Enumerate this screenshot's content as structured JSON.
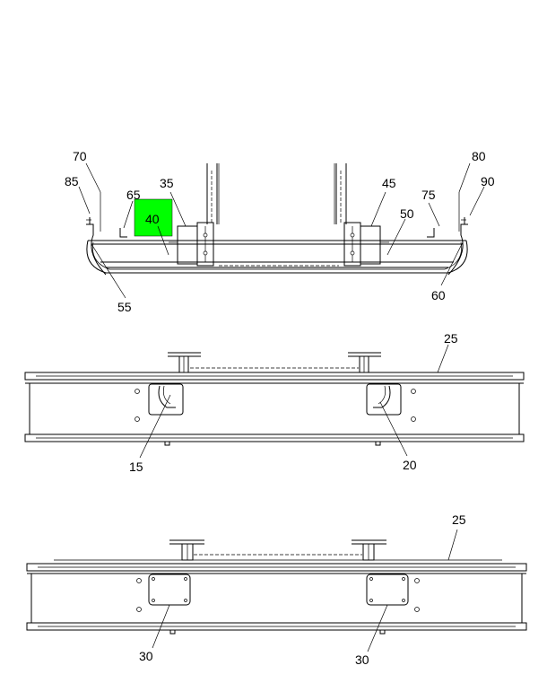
{
  "highlight_color": "#00ff00",
  "views": {
    "top": {
      "callouts": {
        "c70": "70",
        "c85": "85",
        "c65": "65",
        "c35": "35",
        "c40": "40",
        "c45": "45",
        "c50": "50",
        "c75": "75",
        "c80": "80",
        "c90": "90",
        "c55": "55",
        "c60": "60"
      },
      "highlighted": "40"
    },
    "middle": {
      "callouts": {
        "c25": "25",
        "c15": "15",
        "c20": "20"
      }
    },
    "bottom": {
      "callouts": {
        "c25": "25",
        "c30a": "30",
        "c30b": "30"
      }
    }
  }
}
